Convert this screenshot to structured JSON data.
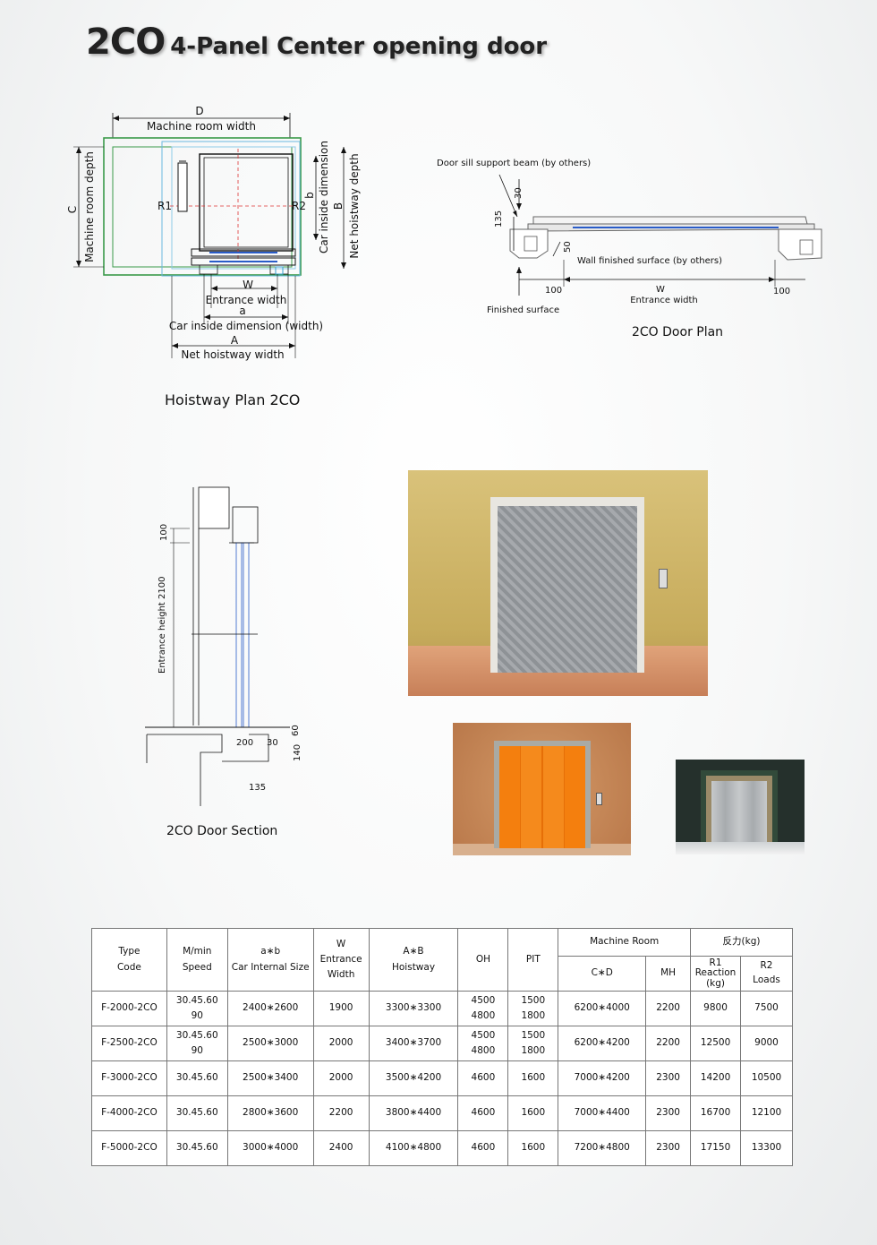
{
  "title": {
    "code": "2CO",
    "text": "4-Panel Center opening door"
  },
  "hoistway_plan": {
    "caption": "Hoistway Plan 2CO",
    "labels": {
      "D": "D",
      "machine_room_width": "Machine room width",
      "C": "C",
      "machine_room_depth": "Machine room depth",
      "R1": "R1",
      "R2": "R2",
      "b": "b",
      "car_inside_dimension": "Car inside dimension",
      "B": "B",
      "net_hoistway_depth": "Net hoistway depth",
      "W": "W",
      "entrance_width": "Entrance width",
      "a": "a",
      "car_inside_width": "Car inside dimension (width)",
      "A": "A",
      "net_hoistway_width": "Net hoistway width"
    }
  },
  "door_plan": {
    "caption": "2CO Door Plan",
    "labels": {
      "sill_beam": "Door sill support beam (by others)",
      "d30": "30",
      "d135": "135",
      "d50": "50",
      "wall_finished": "Wall finished surface (by others)",
      "d100_left": "100",
      "W": "W",
      "d100_right": "100",
      "entrance_width": "Entrance width",
      "finished_surface": "Finished surface"
    }
  },
  "door_section": {
    "caption": "2CO Door Section",
    "labels": {
      "d100": "100",
      "entrance_height": "Entrance height  2100",
      "d60": "60",
      "d200": "200",
      "d30": "30",
      "d140": "140",
      "d135": "135"
    }
  },
  "photos": [
    {
      "name": "stainless-checkered-door-photo",
      "colors": {
        "wall": "#c9b063",
        "door": "#9a9ea2",
        "floor": "#d89a6c"
      }
    },
    {
      "name": "orange-door-photo",
      "colors": {
        "wall": "#c48a58",
        "door": "#f07d10"
      }
    },
    {
      "name": "steel-door-green-frame-photo",
      "colors": {
        "wall": "#2f3a35",
        "door": "#b8bcbf"
      }
    }
  ],
  "table": {
    "headers": {
      "type_1": "Type",
      "type_2": "Code",
      "speed_1": "M/min",
      "speed_2": "Speed",
      "car_1": "a∗b",
      "car_2": "Car Internal Size",
      "w_1": "W",
      "w_2": "Entrance",
      "w_3": "Width",
      "hoist_1": "A∗B",
      "hoist_2": "Hoistway",
      "oh": "OH",
      "pit": "PIT",
      "machine_room": "Machine Room",
      "reaction": "反力(kg)",
      "cd": "C∗D",
      "mh": "MH",
      "r1_1": "R1",
      "r1_2": "Reaction",
      "r1_3": "(kg)",
      "r2_1": "R2",
      "r2_2": "Loads"
    },
    "rows": [
      {
        "code": "F-2000-2CO",
        "speed": [
          "30.45.60",
          "90"
        ],
        "car": "2400∗2600",
        "w": "1900",
        "hoistway": "3300∗3300",
        "oh": [
          "4500",
          "4800"
        ],
        "pit": [
          "1500",
          "1800"
        ],
        "cd": "6200∗4000",
        "mh": "2200",
        "r1": "9800",
        "r2": "7500"
      },
      {
        "code": "F-2500-2CO",
        "speed": [
          "30.45.60",
          "90"
        ],
        "car": "2500∗3000",
        "w": "2000",
        "hoistway": "3400∗3700",
        "oh": [
          "4500",
          "4800"
        ],
        "pit": [
          "1500",
          "1800"
        ],
        "cd": "6200∗4200",
        "mh": "2200",
        "r1": "12500",
        "r2": "9000"
      },
      {
        "code": "F-3000-2CO",
        "speed": [
          "30.45.60"
        ],
        "car": "2500∗3400",
        "w": "2000",
        "hoistway": "3500∗4200",
        "oh": [
          "4600"
        ],
        "pit": [
          "1600"
        ],
        "cd": "7000∗4200",
        "mh": "2300",
        "r1": "14200",
        "r2": "10500"
      },
      {
        "code": "F-4000-2CO",
        "speed": [
          "30.45.60"
        ],
        "car": "2800∗3600",
        "w": "2200",
        "hoistway": "3800∗4400",
        "oh": [
          "4600"
        ],
        "pit": [
          "1600"
        ],
        "cd": "7000∗4400",
        "mh": "2300",
        "r1": "16700",
        "r2": "12100"
      },
      {
        "code": "F-5000-2CO",
        "speed": [
          "30.45.60"
        ],
        "car": "3000∗4000",
        "w": "2400",
        "hoistway": "4100∗4800",
        "oh": [
          "4600"
        ],
        "pit": [
          "1600"
        ],
        "cd": "7200∗4800",
        "mh": "2300",
        "r1": "17150",
        "r2": "13300"
      }
    ]
  }
}
